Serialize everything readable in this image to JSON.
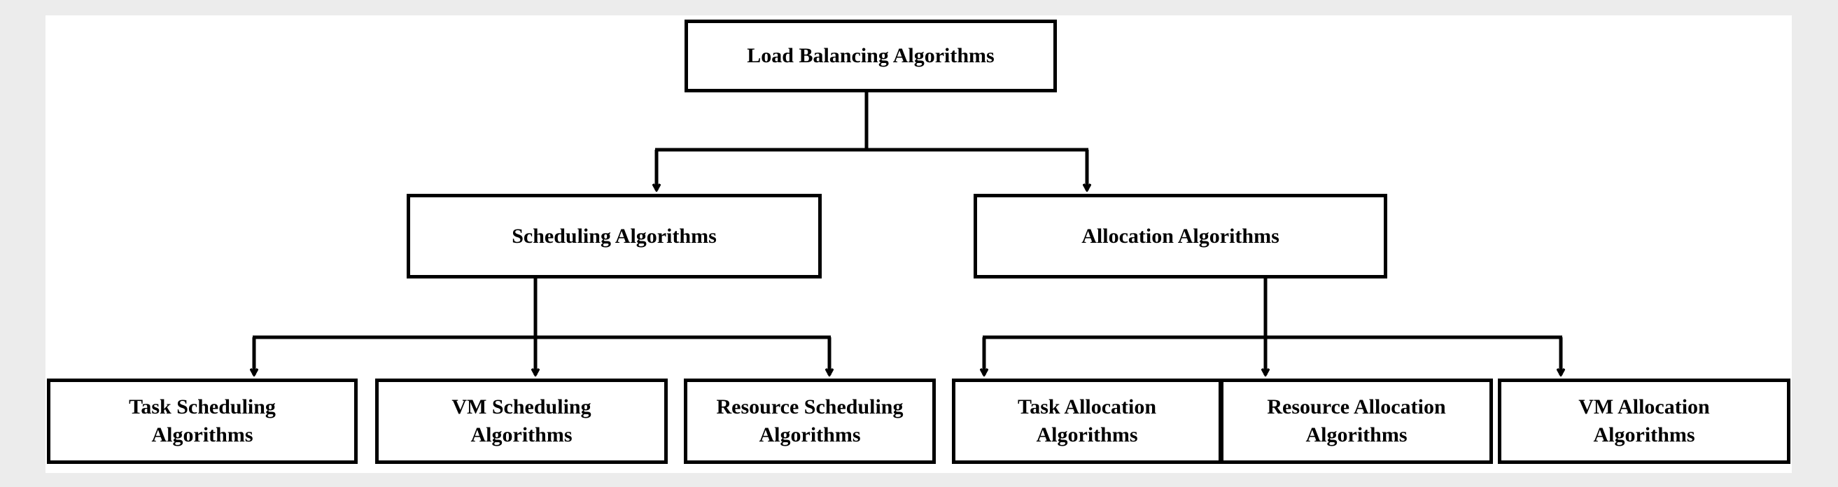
{
  "diagram": {
    "root": {
      "label": "Load Balancing Algorithms"
    },
    "level2": [
      {
        "label": "Scheduling  Algorithms"
      },
      {
        "label": "Allocation Algorithms"
      }
    ],
    "level3": [
      {
        "label": "Task Scheduling\nAlgorithms"
      },
      {
        "label": "VM Scheduling\nAlgorithms"
      },
      {
        "label": "Resource Scheduling\nAlgorithms"
      },
      {
        "label": "Task Allocation\nAlgorithms"
      },
      {
        "label": "Resource Allocation\nAlgorithms"
      },
      {
        "label": "VM Allocation\nAlgorithms"
      }
    ],
    "colors": {
      "line": "#000000",
      "box_fill": "#ffffff",
      "frame": "#ececec"
    }
  }
}
